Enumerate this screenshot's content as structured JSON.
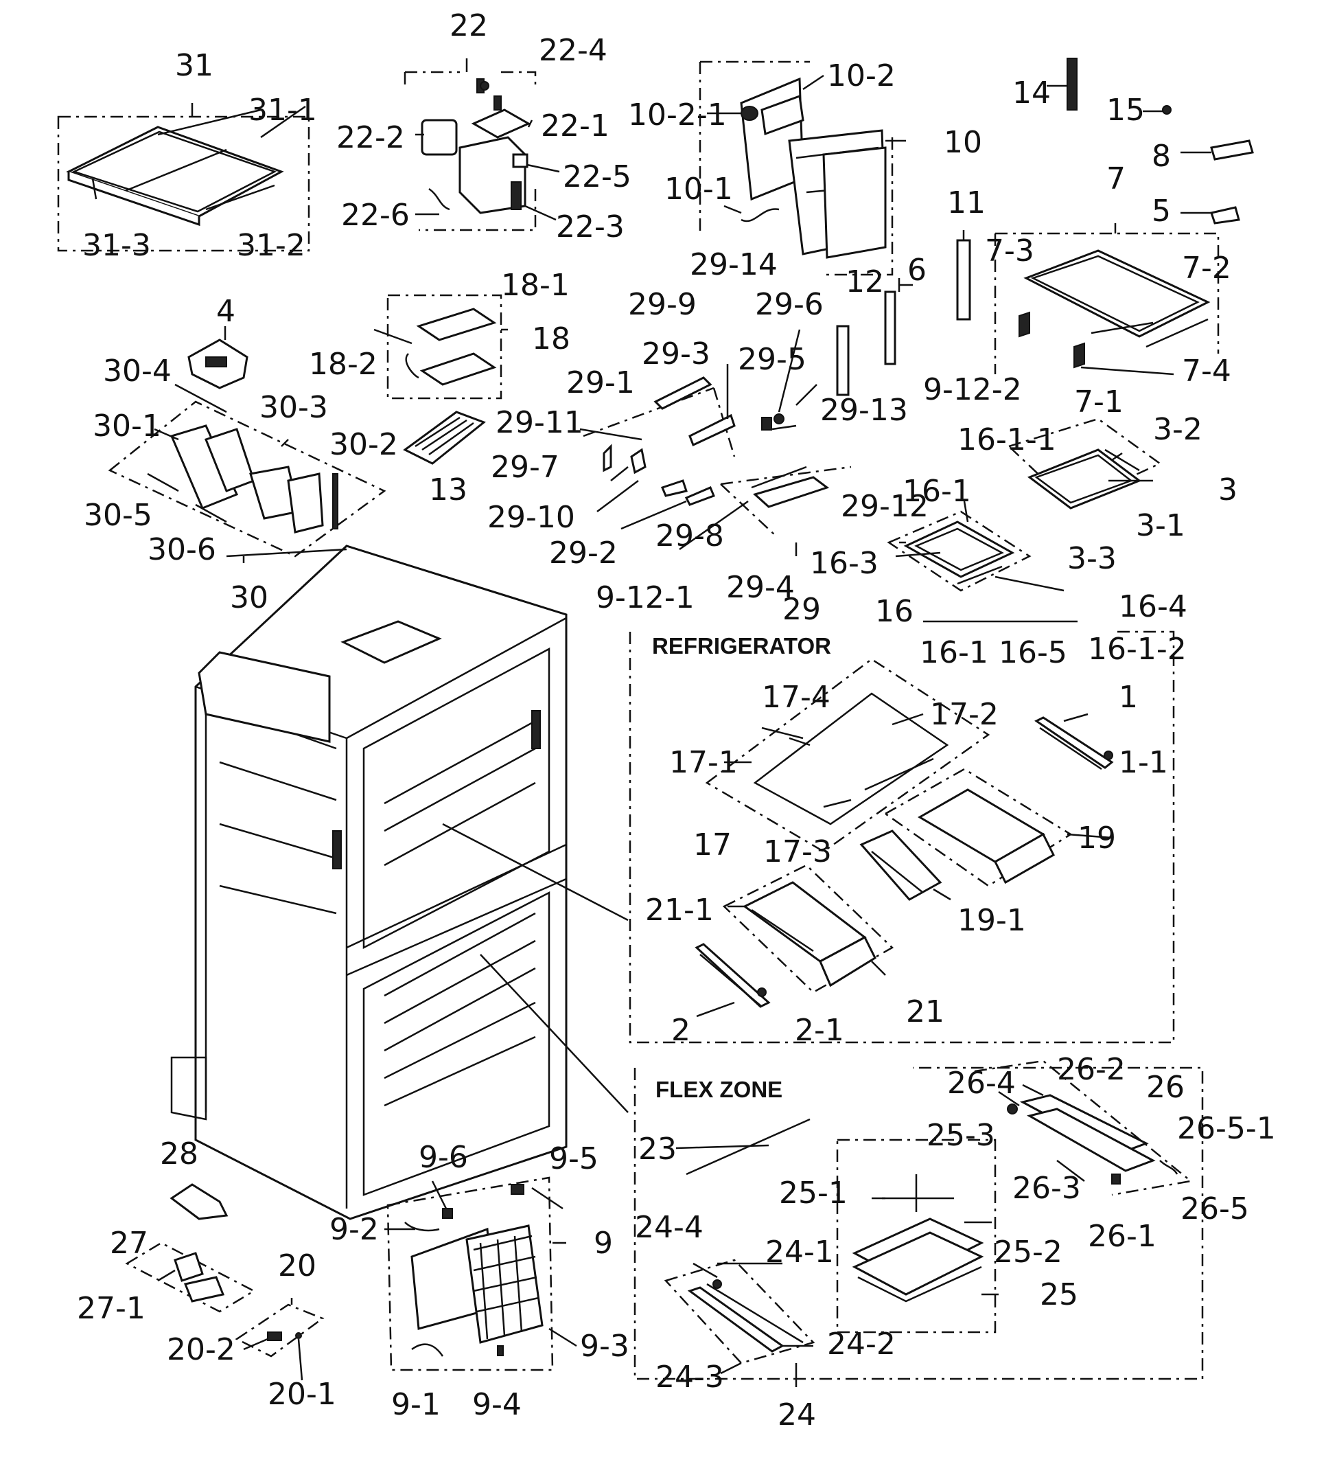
{
  "sections": {
    "refrigerator": "REFRIGERATOR",
    "flex_zone": "FLEX ZONE"
  },
  "labels": {
    "l31": "31",
    "l31_1": "31-1",
    "l31_2": "31-2",
    "l31_3": "31-3",
    "l22": "22",
    "l22_1": "22-1",
    "l22_2": "22-2",
    "l22_3": "22-3",
    "l22_4": "22-4",
    "l22_5": "22-5",
    "l22_6": "22-6",
    "l10": "10",
    "l10_1": "10-1",
    "l10_2": "10-2",
    "l10_2_1": "10-2-1",
    "l14": "14",
    "l15": "15",
    "l8": "8",
    "l5": "5",
    "l7": "7",
    "l7_1": "7-1",
    "l7_2": "7-2",
    "l7_3": "7-3",
    "l7_4": "7-4",
    "l11": "11",
    "l6": "6",
    "l12": "12",
    "l4": "4",
    "l30": "30",
    "l30_1": "30-1",
    "l30_2": "30-2",
    "l30_3": "30-3",
    "l30_4": "30-4",
    "l30_5": "30-5",
    "l30_6": "30-6",
    "l18": "18",
    "l18_1": "18-1",
    "l18_2": "18-2",
    "l13": "13",
    "l29": "29",
    "l29_1": "29-1",
    "l29_2": "29-2",
    "l29_3": "29-3",
    "l29_4": "29-4",
    "l29_5": "29-5",
    "l29_6": "29-6",
    "l29_7": "29-7",
    "l29_8": "29-8",
    "l29_9": "29-9",
    "l29_10": "29-10",
    "l29_11": "29-11",
    "l29_12": "29-12",
    "l29_13": "29-13",
    "l29_14": "29-14",
    "l9_12_1": "9-12-1",
    "l9_12_2": "9-12-2",
    "l3": "3",
    "l3_1": "3-1",
    "l3_2": "3-2",
    "l3_3": "3-3",
    "l16": "16",
    "l16_1a": "16-1",
    "l16_1b": "16-1",
    "l16_1_1": "16-1-1",
    "l16_1_2": "16-1-2",
    "l16_3": "16-3",
    "l16_4": "16-4",
    "l16_5": "16-5",
    "l17": "17",
    "l17_1": "17-1",
    "l17_2": "17-2",
    "l17_3": "17-3",
    "l17_4": "17-4",
    "l1": "1",
    "l1_1": "1-1",
    "l19": "19",
    "l19_1": "19-1",
    "l21": "21",
    "l21_1": "21-1",
    "l2": "2",
    "l2_1": "2-1",
    "l26": "26",
    "l26_1": "26-1",
    "l26_2": "26-2",
    "l26_3": "26-3",
    "l26_4": "26-4",
    "l26_5": "26-5",
    "l26_5_1": "26-5-1",
    "l23": "23",
    "l25": "25",
    "l25_1": "25-1",
    "l25_2": "25-2",
    "l25_3": "25-3",
    "l24": "24",
    "l24_1": "24-1",
    "l24_2": "24-2",
    "l24_3": "24-3",
    "l24_4": "24-4",
    "l28": "28",
    "l27": "27",
    "l27_1": "27-1",
    "l20": "20",
    "l20_1": "20-1",
    "l20_2": "20-2",
    "l9": "9",
    "l9_1": "9-1",
    "l9_2": "9-2",
    "l9_3": "9-3",
    "l9_4": "9-4",
    "l9_5": "9-5",
    "l9_6": "9-6"
  }
}
